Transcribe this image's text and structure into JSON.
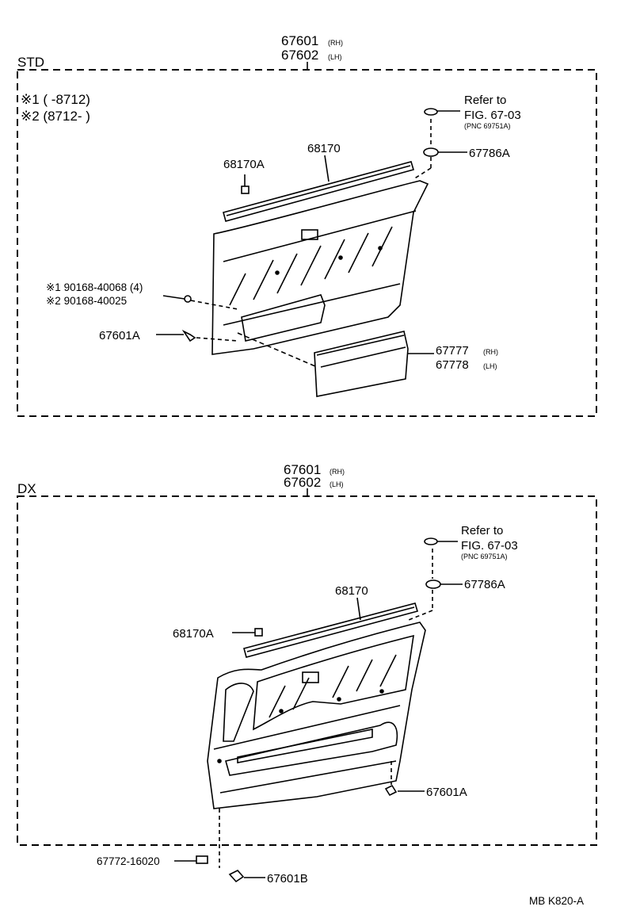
{
  "std": {
    "section_label": "STD",
    "top_part_1": "67601",
    "top_part_1_side": "(RH)",
    "top_part_2": "67602",
    "top_part_2_side": "(LH)",
    "note_1": "※1 (        -8712)",
    "note_2": "※2 (8712-        )",
    "refer_line_1": "Refer to",
    "refer_line_2": "FIG. 67-03",
    "refer_line_3": "(PNC 69751A)",
    "part_67786A": "67786A",
    "part_68170": "68170",
    "part_68170A": "68170A",
    "bolt_1": "※1 90168-40068 (4)",
    "bolt_2": "※2 90168-40025",
    "part_67601A": "67601A",
    "pocket_1": "67777",
    "pocket_1_side": "(RH)",
    "pocket_2": "67778",
    "pocket_2_side": "(LH)"
  },
  "dx": {
    "section_label": "DX",
    "top_part_1": "67601",
    "top_part_1_side": "(RH)",
    "top_part_2": "67602",
    "top_part_2_side": "(LH)",
    "refer_line_1": "Refer to",
    "refer_line_2": "FIG. 67-03",
    "refer_line_3": "(PNC 69751A)",
    "part_67786A": "67786A",
    "part_68170": "68170",
    "part_68170A": "68170A",
    "part_67601A": "67601A",
    "part_67772": "67772-16020",
    "part_67601B": "67601B"
  },
  "footer_code": "MB  K820-A"
}
